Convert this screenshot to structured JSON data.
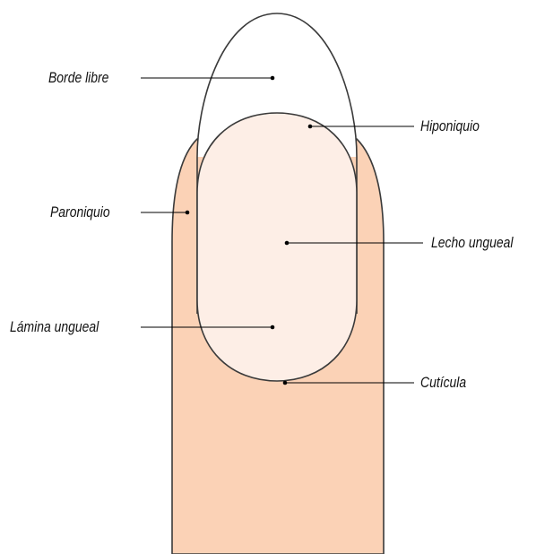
{
  "labels": {
    "borde_libre": "Borde libre",
    "hiponiquio": "Hiponiquio",
    "paroniquio": "Paroniquio",
    "lecho_ungueal": "Lecho ungueal",
    "lamina_ungueal": "Lámina ungueal",
    "cuticula": "Cutícula"
  },
  "colors": {
    "finger_skin": "#fbd2b6",
    "nail_plate": "#fdeee6",
    "free_edge": "#ffffff",
    "outline": "#3a3a3a",
    "leader": "#000000"
  }
}
